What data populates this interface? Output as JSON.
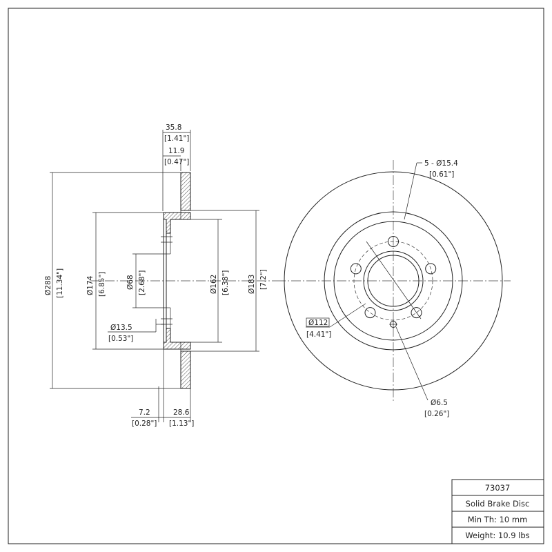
{
  "title_block": {
    "part_number": "73037",
    "description": "Solid Brake Disc",
    "min_thickness": "Min Th: 10 mm",
    "weight": "Weight: 10.9 lbs"
  },
  "side_view": {
    "overall_width": {
      "mm": "35.8",
      "in": "[1.41\"]"
    },
    "hat_thickness": {
      "mm": "11.9",
      "in": "[0.47\"]"
    },
    "outer_diameter": {
      "mm": "Ø288",
      "in": "[11.34\"]"
    },
    "hat_outer_diameter": {
      "mm": "Ø174",
      "in": "[6.85\"]"
    },
    "center_bore": {
      "mm": "Ø68",
      "in": "[2.68\"]"
    },
    "bolt_hole": {
      "mm": "Ø13.5",
      "in": "[0.53\"]"
    },
    "inner_hat_diameter": {
      "mm": "Ø162",
      "in": "[6.38\"]"
    },
    "friction_inner_diameter": {
      "mm": "Ø183",
      "in": "[7.2\"]"
    },
    "flange_thickness": {
      "mm": "7.2",
      "in": "[0.28\"]"
    },
    "hat_height": {
      "mm": "28.6",
      "in": "[1.13\"]"
    }
  },
  "front_view": {
    "bolt_holes": {
      "mm": "5 - Ø15.4",
      "in": "[0.61\"]"
    },
    "bolt_circle": {
      "mm": "Ø112",
      "in": "[4.41\"]"
    },
    "locating_hole": {
      "mm": "Ø6.5",
      "in": "[0.26\"]"
    },
    "bolt_count": 5
  }
}
